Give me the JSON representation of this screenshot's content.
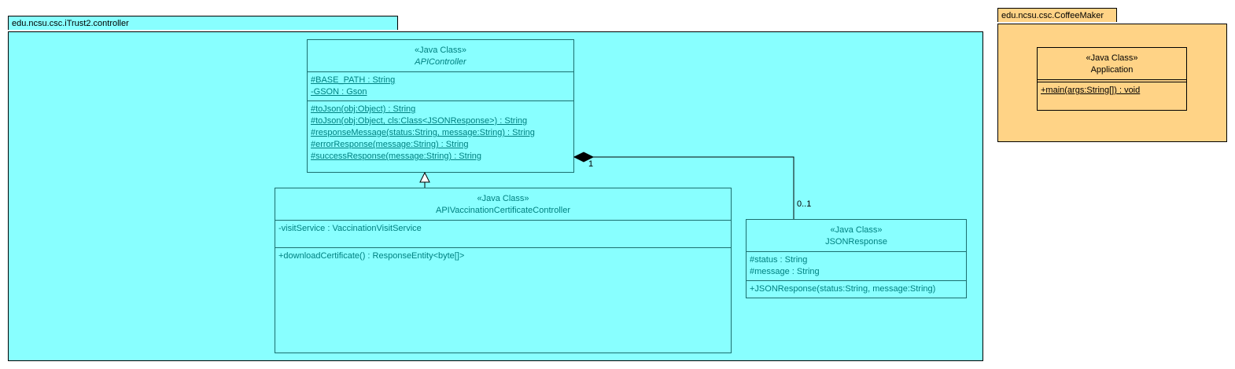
{
  "packages": {
    "controller": {
      "name": "edu.ncsu.csc.iTrust2.controller",
      "color": "#88ffff"
    },
    "coffeemaker": {
      "name": "edu.ncsu.csc.CoffeeMaker",
      "color": "#ffd386"
    }
  },
  "classes": {
    "api_controller": {
      "stereotype": "«Java Class»",
      "name": "APIController",
      "attributes": [
        "#BASE_PATH : String",
        "-GSON : Gson"
      ],
      "operations": [
        "#toJson(obj:Object) : String",
        "#toJson(obj:Object, cls:Class<JSONResponse>) : String",
        "#responseMessage(status:String, message:String) : String",
        "#errorResponse(message:String) : String",
        "#successResponse(message:String) : String"
      ]
    },
    "vaccination_controller": {
      "stereotype": "«Java Class»",
      "name": "APIVaccinationCertificateController",
      "attributes": [
        "-visitService : VaccinationVisitService"
      ],
      "operations": [
        "+downloadCertificate() : ResponseEntity<byte[]>"
      ]
    },
    "json_response": {
      "stereotype": "«Java Class»",
      "name": "JSONResponse",
      "attributes": [
        "#status : String",
        "#message : String"
      ],
      "operations": [
        "+JSONResponse(status:String, message:String)"
      ]
    },
    "application": {
      "stereotype": "«Java Class»",
      "name": "Application",
      "attributes": [],
      "operations": [
        "+main(args:String[]) : void"
      ]
    }
  },
  "relations": {
    "composition": {
      "source_multiplicity": "1",
      "target_multiplicity": "0..1"
    }
  }
}
